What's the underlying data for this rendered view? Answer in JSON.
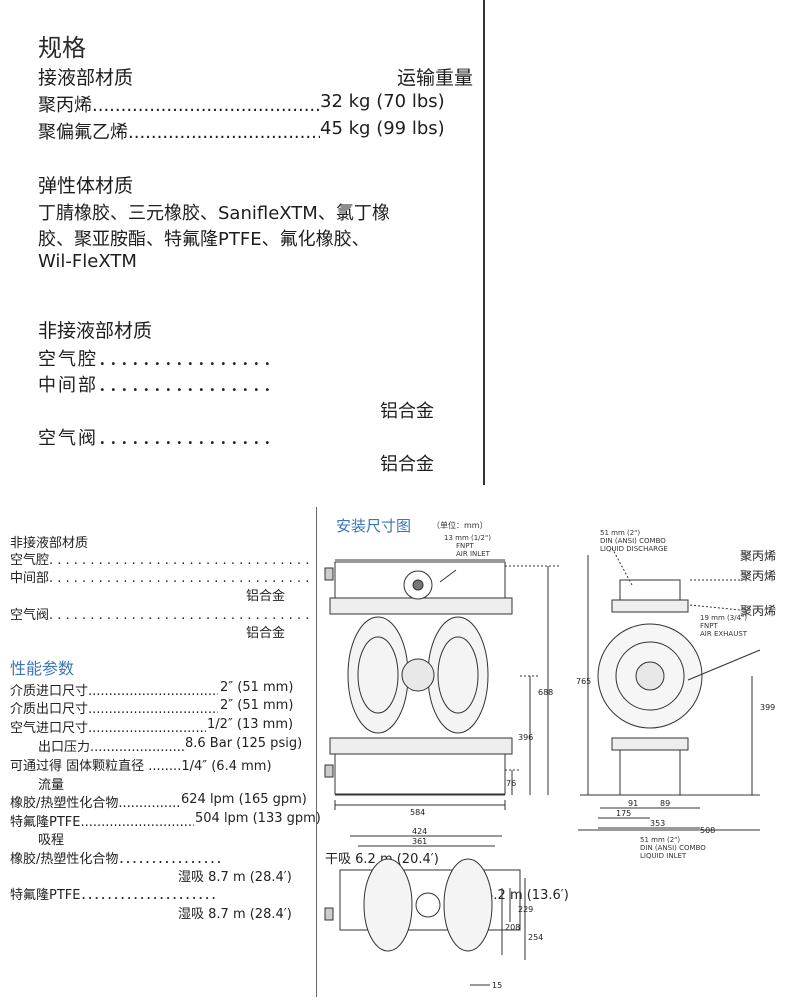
{
  "top": {
    "title": "规格",
    "wetted_heading": "接液部材质",
    "shipping_heading": "运输重量",
    "weights": [
      {
        "label": "聚丙烯............................................",
        "value": "32 kg (70 lbs)"
      },
      {
        "label": "聚偏氟乙烯...................................",
        "value": "45 kg (99 lbs)"
      }
    ],
    "elastomer_heading": "弹性体材质",
    "elastomer_lines": [
      "丁腈橡胶、三元橡胶、SanifleXTM、氯丁橡",
      "胶、聚亚胺酯、特氟隆PTFE、氟化橡胶、",
      "Wil-FleXTM"
    ],
    "non_wetted_heading": "非接液部材质",
    "air_chamber": "空气腔．．．．．．．．．．．．．．．．",
    "center_section": "中间部．．．．．．．．．．．．．．．．",
    "aluminum_1": "铝合金",
    "air_valve": "空气阀．．．．．．．．．．．．．．．．",
    "aluminum_2": "铝合金"
  },
  "bottom_left": {
    "non_wetted_heading": "非接液部材质",
    "air_chamber": "空气腔. . . . . . . . . . . . . . . . . . . . . . . . . . . . . . . . . . . . . . . . . .",
    "center_section": "中间部. . . . . . . . . . . . . . . . . . . . . . . . . . . . . . . . . . . . . . . . . .",
    "aluminum_1": "铝合金",
    "air_valve": "空气阀. . . . . . . . . . . . . . . . . . . . . . . . . . . . . . . . . . . . . . . . . .",
    "aluminum_2": "铝合金",
    "perf_heading": "性能参数",
    "perf_rows": [
      {
        "label": "介质进口尺寸.......................................",
        "value": "2″ (51 mm)"
      },
      {
        "label": "介质出口尺寸.......................................",
        "value": "2″ (51 mm)"
      },
      {
        "label": "空气进口尺寸.................................",
        "value": "1/2″ (13 mm)"
      },
      {
        "label": "出口压力..........................",
        "value": "8.6 Bar (125 psig)"
      }
    ],
    "solids_line": "可通过得 固体颗粒直径 ........1/4″ (6.4 mm)",
    "flow_heading": "流量",
    "flow_rows": [
      {
        "label": "橡胶/热塑性化合物...............",
        "value": "624 lpm (165 gpm)"
      },
      {
        "label": "特氟隆PTFE................................",
        "value": "504 lpm (133 gpm)"
      }
    ],
    "suction_heading": "吸程",
    "suction_rubber": "橡胶/热塑性化合物．．．．．．．．．．．．．．．．",
    "dry_1": "干吸 6.2 m (20.4′)",
    "wet_1": "湿吸 8.7 m (28.4′)",
    "suction_ptfe": "特氟隆PTFE．．．．．．．．．．．．．．．．．．．．．",
    "dry_2": "干吸 4.2 m (13.6′)",
    "wet_2": "湿吸 8.7 m (28.4′)"
  },
  "diagram": {
    "title": "安装尺寸图",
    "unit": "（单位：mm）",
    "air_inlet": [
      "13 mm (1/2\")",
      "FNPT",
      "AIR INLET"
    ],
    "liquid_discharge": [
      "51 mm (2\")",
      "DIN (ANSI) COMBO",
      "LIQUID DISCHARGE"
    ],
    "air_exhaust": [
      "19 mm (3/4\")",
      "FNPT",
      "AIR EXHAUST"
    ],
    "liquid_inlet": [
      "51 mm (2\")",
      "DIN (ANSI) COMBO",
      "LIQUID INLET"
    ],
    "right_labels": [
      "聚丙烯",
      "聚丙烯",
      "聚丙烯"
    ],
    "dims": {
      "d688": "688",
      "d396": "396",
      "d76": "76",
      "d584": "584",
      "d765": "765",
      "d399": "399",
      "d91": "91",
      "d89": "89",
      "d175": "175",
      "d353": "353",
      "d508": "508",
      "d424": "424",
      "d361": "361",
      "d229": "229",
      "d208": "208",
      "d254": "254",
      "d15": "15"
    }
  }
}
